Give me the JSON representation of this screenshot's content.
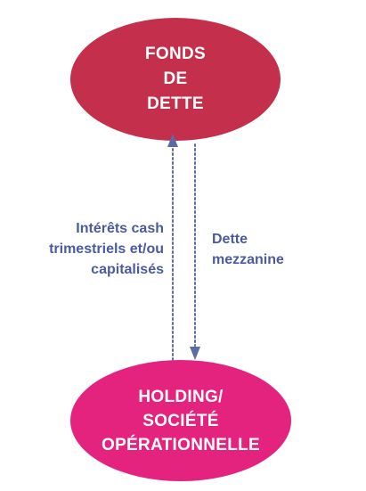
{
  "colors": {
    "top_node_fill": "#c4304b",
    "bottom_node_fill": "#e3237d",
    "arrow_stroke": "#5c6aa8",
    "label_text": "#4a5b9f"
  },
  "nodes": {
    "top": {
      "lines": [
        "FONDS",
        "DE",
        "DETTE"
      ]
    },
    "bottom": {
      "lines": [
        "HOLDING/",
        "SOCIÉTÉ",
        "OPÉRATIONNELLE"
      ]
    }
  },
  "edges": {
    "up": {
      "lines": [
        "Intérêts cash",
        "trimestriels et/ou",
        "capitalisés"
      ]
    },
    "down": {
      "lines": [
        "Dette",
        "mezzanine"
      ]
    }
  }
}
